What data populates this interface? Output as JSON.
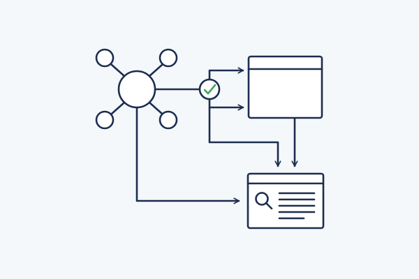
{
  "diagram": {
    "colors": {
      "background": "#f4f8fa",
      "stroke": "#1c2d4f",
      "node_fill": "#ffffff",
      "check": "#3fa45b"
    },
    "nodes": [
      {
        "id": "hub",
        "kind": "network-hub",
        "icon": "network-hub-icon"
      },
      {
        "id": "check",
        "kind": "validation-checkpoint",
        "icon": "check-icon"
      },
      {
        "id": "window",
        "kind": "application-window",
        "icon": "browser-window-icon"
      },
      {
        "id": "search-panel",
        "kind": "search-results-window",
        "icon": "search-icon"
      }
    ],
    "edges": [
      {
        "from": "hub",
        "to": "check"
      },
      {
        "from": "check",
        "to": "window"
      },
      {
        "from": "check",
        "to": "window"
      },
      {
        "from": "check",
        "to": "search-panel"
      },
      {
        "from": "window",
        "to": "search-panel"
      },
      {
        "from": "hub",
        "to": "search-panel"
      }
    ]
  }
}
